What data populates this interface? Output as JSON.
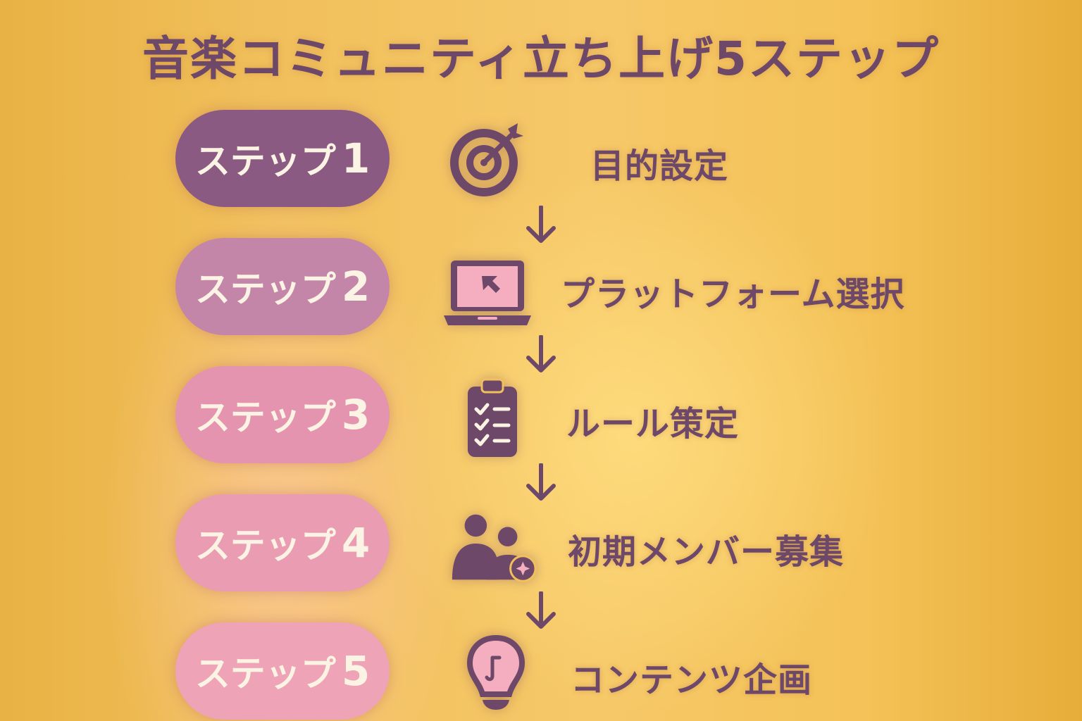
{
  "title": "音楽コミュニティ立ち上げ5ステップ",
  "colors": {
    "text": "#6e4868",
    "pill_step1": "#8a5a82",
    "pill_step2": "#c486a8",
    "pill_step3": "#e494ae",
    "pill_step4": "#ea9cb2",
    "pill_step5": "#eea4b6",
    "icon_fill": "#6e4868",
    "icon_accent": "#f4aec0"
  },
  "steps": [
    {
      "prefix": "ステップ",
      "number": "1",
      "icon": "target-icon",
      "label": "目的設定"
    },
    {
      "prefix": "ステップ",
      "number": "2",
      "icon": "laptop-cursor-icon",
      "label": "プラットフォーム選択"
    },
    {
      "prefix": "ステップ",
      "number": "3",
      "icon": "clipboard-checklist-icon",
      "label": "ルール策定"
    },
    {
      "prefix": "ステップ",
      "number": "4",
      "icon": "users-add-icon",
      "label": "初期メンバー募集"
    },
    {
      "prefix": "ステップ",
      "number": "5",
      "icon": "lightbulb-music-icon",
      "label": "コンテンツ企画"
    }
  ],
  "connector": "down-arrow-icon"
}
